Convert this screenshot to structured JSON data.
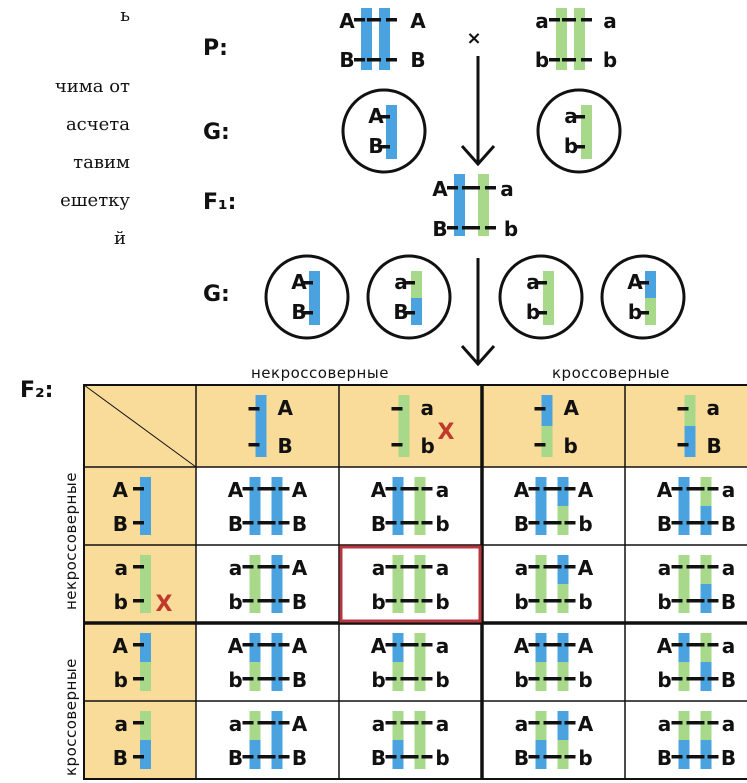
{
  "intro_lines": [
    "ь",
    "чима от",
    "асчета",
    "тавим",
    "ешетку",
    "й"
  ],
  "generation_labels": {
    "P": "P:",
    "G": "G:",
    "F1": "F₁:",
    "G2": "G:",
    "F2": "F₂:"
  },
  "cross_symbol": "×",
  "colors": {
    "blue": "#4aa3df",
    "green": "#a8d98a",
    "header_fill": "#fadc9a",
    "cell_fill": "#ffffff",
    "highlight": "#b7373f",
    "mark_x": "#c0392b"
  },
  "column_groups": {
    "left": "некроссоверные",
    "right": "кроссоверные"
  },
  "row_groups": {
    "top": "некроссоверные",
    "bottom": "кроссоверные"
  },
  "excluded_mark": "X",
  "gametes": [
    {
      "top": "A",
      "bottom": "B",
      "colors": [
        "blue",
        "blue"
      ]
    },
    {
      "top": "a",
      "bottom": "b",
      "colors": [
        "green",
        "green"
      ]
    },
    {
      "top": "A",
      "bottom": "b",
      "colors": [
        "blue",
        "green"
      ]
    },
    {
      "top": "a",
      "bottom": "B",
      "colors": [
        "green",
        "blue"
      ]
    }
  ],
  "parents": [
    {
      "left": [
        "A",
        "B"
      ],
      "right": [
        "A",
        "B"
      ],
      "colors": [
        "blue",
        "blue"
      ]
    },
    {
      "left": [
        "a",
        "b"
      ],
      "right": [
        "a",
        "b"
      ],
      "colors": [
        "green",
        "green"
      ]
    }
  ],
  "f1": {
    "left": [
      "A",
      "B"
    ],
    "right": [
      "a",
      "b"
    ]
  },
  "highlighted_cell": [
    1,
    1
  ]
}
